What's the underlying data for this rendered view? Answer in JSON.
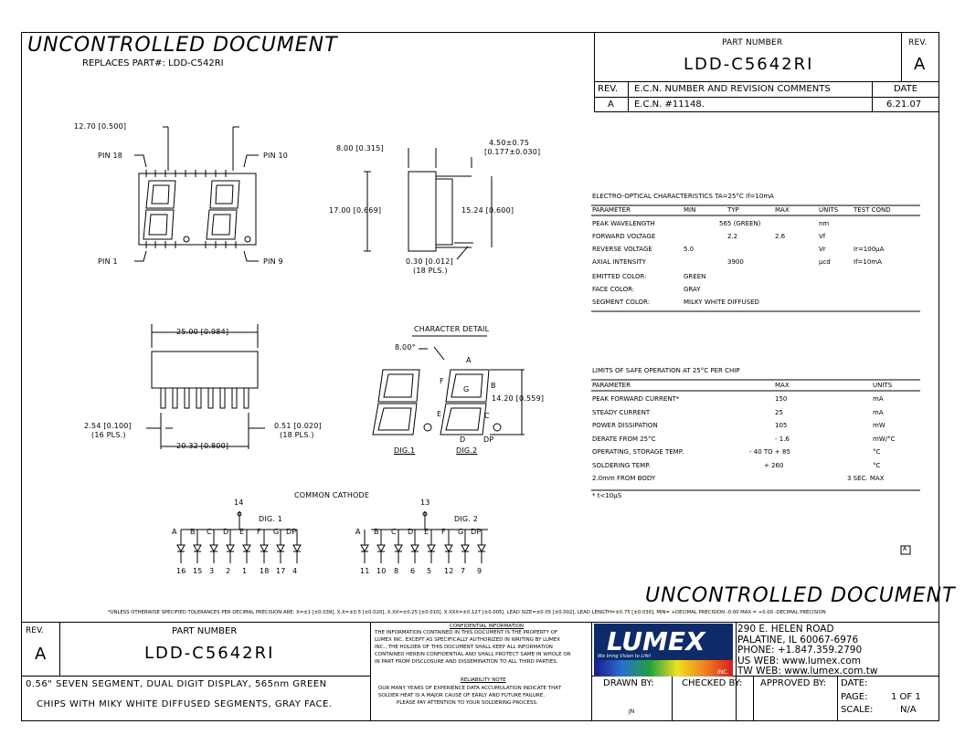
{
  "header": {
    "watermark": "UNCONTROLLED  DOCUMENT",
    "replaces": "REPLACES PART#: LDD-C542RI",
    "part_number_label": "PART NUMBER",
    "part_number": "LDD-C5642RI",
    "rev_label": "REV.",
    "rev_value": "A"
  },
  "revision_table": {
    "headers": [
      "REV.",
      "E.C.N. NUMBER AND REVISION COMMENTS",
      "DATE"
    ],
    "rows": [
      [
        "A",
        "E.C.N. #11148.",
        "6.21.07"
      ]
    ]
  },
  "drawings": {
    "front_width": "12.70 [0.500]",
    "pin18": "PIN 18",
    "pin10": "PIN 10",
    "pin1": "PIN 1",
    "pin9": "PIN 9",
    "side_width": "8.00 [0.315]",
    "side_lead": "4.50±0.75",
    "side_lead_in": "[0.177±0.030]",
    "side_height": "17.00 [0.669]",
    "side_pitch": "15.24 [0.600]",
    "lead_thick": "0.30 [0.012]",
    "lead_thick_pls": "(18 PLS.)",
    "bottom_width": "25.00 [0.984]",
    "pitch": "2.54 [0.100]",
    "pitch_pls": "(16 PLS.)",
    "lead_w": "0.51 [0.020]",
    "lead_w_pls": "(18 PLS.)",
    "row_span": "20.32 [0.800]",
    "char_detail": "CHARACTER DETAIL",
    "char_angle": "8.00°",
    "char_height": "14.20 [0.559]",
    "seg_a": "A",
    "seg_b": "B",
    "seg_c": "C",
    "seg_d": "D",
    "seg_dp": "DP",
    "seg_e": "E",
    "seg_f": "F",
    "seg_g": "G",
    "dig1": "DIG.1",
    "dig2": "DIG.2"
  },
  "schematic": {
    "title": "COMMON CATHODE",
    "dig1_label": "DIG. 1",
    "dig2_label": "DIG. 2",
    "dig1_common": "14",
    "dig2_common": "13",
    "segments": [
      "A",
      "B",
      "C",
      "D",
      "E",
      "F",
      "G",
      "DP"
    ],
    "dig1_pins": [
      "16",
      "15",
      "3",
      "2",
      "1",
      "18",
      "17",
      "4"
    ],
    "dig2_pins": [
      "11",
      "10",
      "8",
      "6",
      "5",
      "12",
      "7",
      "9"
    ]
  },
  "eo_table": {
    "title": "ELECTRO-OPTICAL CHARACTERISTICS  TA=25°C      If=10mA",
    "headers": [
      "PARAMETER",
      "MIN",
      "TYP",
      "MAX",
      "UNITS",
      "TEST COND"
    ],
    "rows": [
      [
        "PEAK WAVELENGTH",
        "",
        "565  (GREEN)",
        "",
        "nm",
        ""
      ],
      [
        "FORWARD VOLTAGE",
        "",
        "2.2",
        "2.6",
        "Vf",
        ""
      ],
      [
        "REVERSE VOLTAGE",
        "5.0",
        "",
        "",
        "Vr",
        "Ir=100μA"
      ],
      [
        "AXIAL INTENSITY",
        "",
        "3900",
        "",
        "μcd",
        "If=10mA"
      ]
    ],
    "colors": [
      [
        "EMITTED COLOR:",
        "GREEN"
      ],
      [
        "FACE COLOR:",
        "GRAY"
      ],
      [
        "SEGMENT COLOR:",
        "MILKY WHITE DIFFUSED"
      ]
    ]
  },
  "limits_table": {
    "title": "LIMITS OF SAFE OPERATION AT 25°C  PER CHIP",
    "headers": [
      "PARAMETER",
      "MAX",
      "UNITS"
    ],
    "rows": [
      [
        "PEAK FORWARD CURRENT*",
        "150",
        "mA"
      ],
      [
        "STEADY CURRENT",
        "25",
        "mA"
      ],
      [
        "POWER DISSIPATION",
        "105",
        "mW"
      ],
      [
        "DERATE FROM 25°C",
        "- 1.6",
        "mW/°C"
      ],
      [
        "OPERATING, STORAGE TEMP.",
        "- 40 TO + 85",
        "°C"
      ],
      [
        "SOLDERING TEMP.",
        "+ 260",
        "°C"
      ],
      [
        "2.0mm FROM BODY",
        "",
        "3 SEC. MAX"
      ]
    ],
    "footnote": "*  t<10μS"
  },
  "mark_a": "A",
  "tolerance_note": "*UNLESS OTHERWISE SPECIFIED TOLERANCES PER DECIMAL PRECISION ARE: X=±1 [±0.039], X.X=±0.5 [±0.020], X.XX=±0.25 [±0.010], X.XXX=±0.127 [±0.005].   LEAD SIZE=±0.05 [±0.002], LEAD LENGTH=±0.75 [±0.030].  MIN= +DECIMAL PRECISION -0.00   MAX.= +0.00 -DECIMAL PRECISION",
  "title_block": {
    "rev_label": "REV.",
    "rev": "A",
    "part_label": "PART NUMBER",
    "part": "LDD-C5642RI",
    "description_1": "0.56\" SEVEN SEGMENT, DUAL DIGIT DISPLAY, 565nm GREEN",
    "description_2": "CHIPS WITH MIKY WHITE DIFFUSED SEGMENTS, GRAY FACE.",
    "confidential_title": "CONFIDENTIAL INFORMATION",
    "confidential_text": [
      "THE INFORMATION CONTAINED IN THIS DOCUMENT IS THE PROPERTY OF",
      "LUMEX INC.  EXCEPT AS SPECIFICALLY AUTHORIZED IN WRITING BY LUMEX",
      "INC., THE HOLDER OF THIS DOCUMENT SHALL KEEP ALL INFORMATION",
      "CONTAINED HEREIN CONFIDENTIAL AND SHALL PROTECT SAME IN WHOLE OR",
      "IN PART FROM DISCLOSURE AND DISSEMINATION TO ALL THIRD PARTIES."
    ],
    "reliability_title": "RELIABILITY NOTE",
    "reliability_text": [
      "OUR MANY YEARS OF EXPERIENCE DATA ACCUMULATION INDICATE THAT",
      "SOLDER HEAT IS A MAJOR CAUSE OF EARLY AND FUTURE FAILURE.",
      "PLEASE PAY ATTENTION TO YOUR SOLDERING PROCESS."
    ],
    "logo_text": "LUMEX",
    "logo_tagline": "We bring Vision to Life!",
    "logo_inc": "INC.",
    "address": [
      "290 E. HELEN ROAD",
      "PALATINE, IL 60067-6976",
      "PHONE: +1.847.359.2790",
      "US WEB: www.lumex.com",
      "TW WEB: www.lumex.com.tw"
    ],
    "drawn_by_label": "DRAWN BY:",
    "drawn_by": "JN",
    "checked_by_label": "CHECKED BY:",
    "approved_by_label": "APPROVED BY:",
    "date_label": "DATE:",
    "page_label": "PAGE:",
    "page": "1 OF 1",
    "scale_label": "SCALE:",
    "scale": "N/A"
  }
}
